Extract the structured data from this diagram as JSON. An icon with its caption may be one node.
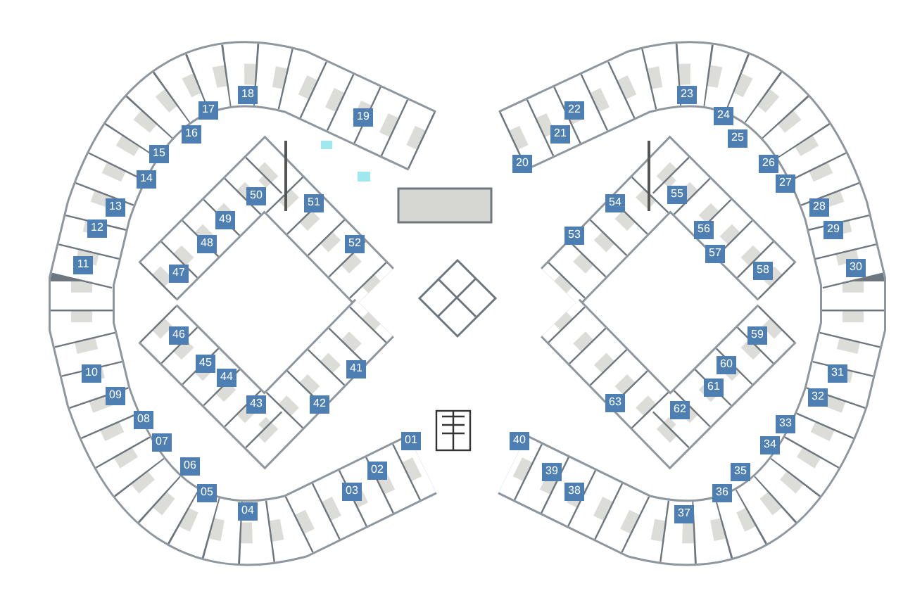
{
  "diagram": {
    "labels": [
      "01",
      "02",
      "03",
      "04",
      "05",
      "06",
      "07",
      "08",
      "09",
      "10",
      "11",
      "12",
      "13",
      "14",
      "15",
      "16",
      "17",
      "18",
      "19",
      "20",
      "21",
      "22",
      "23",
      "24",
      "25",
      "26",
      "27",
      "28",
      "29",
      "30",
      "31",
      "32",
      "33",
      "34",
      "35",
      "36",
      "37",
      "38",
      "39",
      "40",
      "41",
      "42",
      "43",
      "44",
      "45",
      "46",
      "47",
      "48",
      "49",
      "50",
      "51",
      "52",
      "53",
      "54",
      "55",
      "56",
      "57",
      "58",
      "59",
      "60",
      "61",
      "62",
      "63"
    ]
  }
}
